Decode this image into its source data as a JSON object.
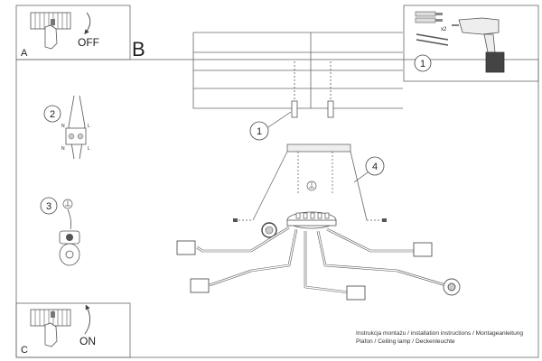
{
  "panels": {
    "a": {
      "letter": "A",
      "switch_label": "OFF"
    },
    "c": {
      "letter": "C",
      "switch_label": "ON"
    },
    "b": {
      "letter": "B"
    }
  },
  "tools": {
    "plug_count": "x2",
    "step": "1"
  },
  "steps": [
    "1",
    "2",
    "3",
    "4"
  ],
  "terminal_labels": {
    "neutral": "N",
    "live": "L"
  },
  "footer": {
    "line1": "Instrukcja montażu / installation instructions / Montageanleitung",
    "line2": "Plafon / Ceiling lamp / Deckenleuchte"
  }
}
